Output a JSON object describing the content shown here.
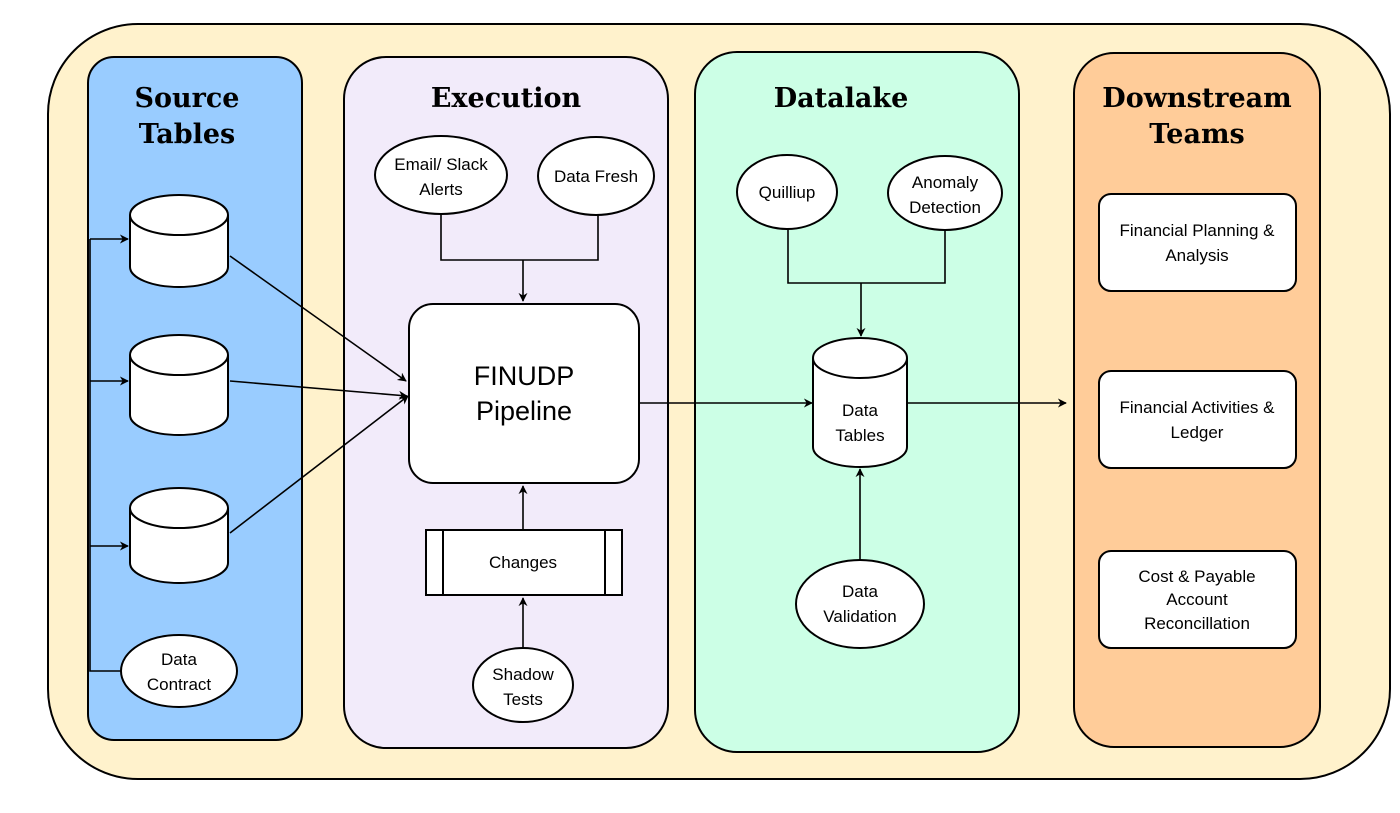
{
  "lanes": {
    "source": {
      "title_line1": "Source",
      "title_line2": "Tables",
      "fill": "#99ccff"
    },
    "execution": {
      "title": "Execution",
      "fill": "#f2ebfa"
    },
    "datalake": {
      "title": "Datalake",
      "fill": "#ccffe6"
    },
    "downstream": {
      "title_line1": "Downstream",
      "title_line2": "Teams",
      "fill": "#ffcc99"
    }
  },
  "outer_fill": "#fff2cc",
  "nodes": {
    "data_contract": {
      "line1": "Data",
      "line2": "Contract"
    },
    "email_alerts": {
      "line1": "Email/ Slack",
      "line2": "Alerts"
    },
    "data_fresh": {
      "label": "Data Fresh"
    },
    "pipeline": {
      "line1": "FINUDP",
      "line2": "Pipeline"
    },
    "changes": {
      "label": "Changes"
    },
    "shadow_tests": {
      "line1": "Shadow",
      "line2": "Tests"
    },
    "quilliup": {
      "label": "Quilliup"
    },
    "anomaly_detection": {
      "line1": "Anomaly",
      "line2": "Detection"
    },
    "data_tables": {
      "line1": "Data",
      "line2": "Tables"
    },
    "data_validation": {
      "line1": "Data",
      "line2": "Validation"
    },
    "fpa": {
      "line1": "Financial Planning &",
      "line2": "Analysis"
    },
    "fal": {
      "line1": "Financial Activities &",
      "line2": "Ledger"
    },
    "cpar": {
      "line1": "Cost & Payable",
      "line2": "Account",
      "line3": "Reconcillation"
    }
  }
}
